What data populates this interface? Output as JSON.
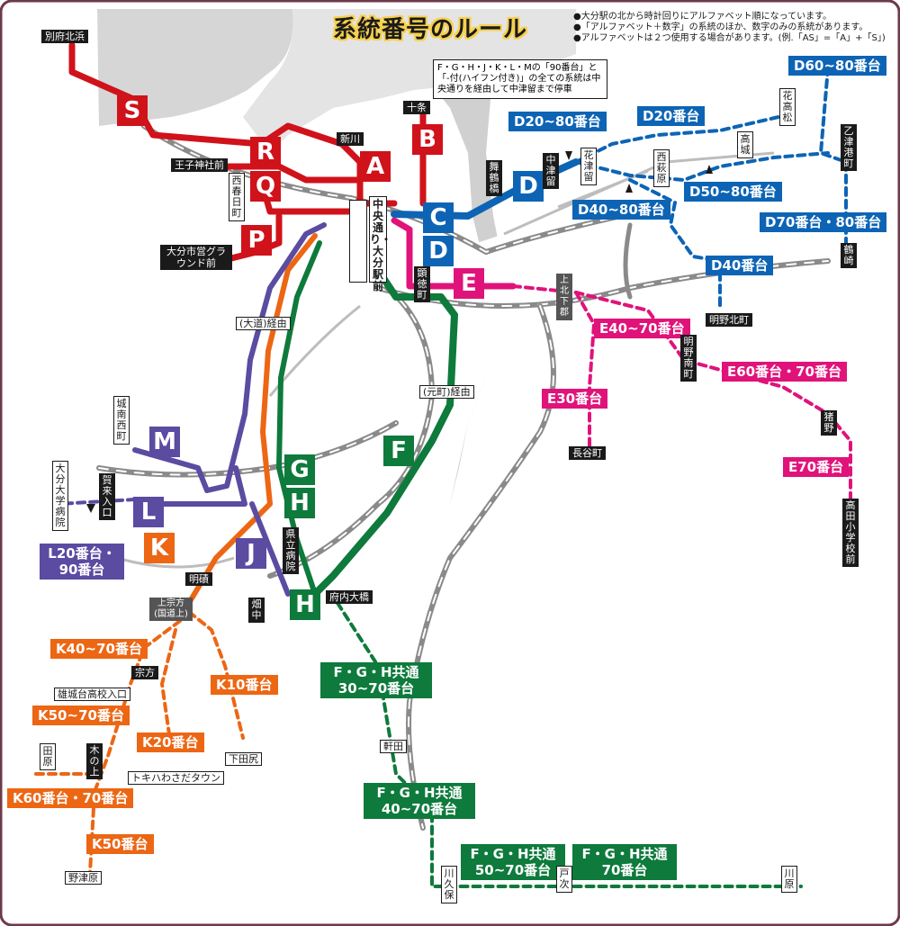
{
  "title": "系統番号のルール",
  "notes": [
    "●大分駅の北から時計回りにアルファベット順になっています。",
    "●「アルファベット＋数字」の系統のほか、数字のみの系統があります。",
    "●アルファベットは２つ使用する場合があります。(例.「AS」=「A」+「S」)"
  ],
  "callout": "F・G・H・J・K・L・Mの「90番台」と「-付(ハイフン付き)」の全ての系統は中央通りを経由して中津留まで停車",
  "center_station": "中央通り・大分駅前",
  "colors": {
    "red": "#d0121b",
    "blue": "#0d64b5",
    "magenta": "#e0137a",
    "green": "#0e7a3c",
    "orange": "#ec6614",
    "purple": "#5b4ba1",
    "frame": "#6e3a4a",
    "sea": "#d6d6d6",
    "title_highlight": "#f6d04d"
  },
  "route_letters": [
    "S",
    "R",
    "Q",
    "P",
    "A",
    "B",
    "C",
    "D",
    "E",
    "F",
    "G",
    "H",
    "J",
    "K",
    "L",
    "M"
  ],
  "route_labels": {
    "d20_80": "D20~80番台",
    "d20": "D20番台",
    "d60_80": "D60~80番台",
    "d50_80": "D50~80番台",
    "d40_80": "D40~80番台",
    "d70_80": "D70番台・80番台",
    "d40": "D40番台",
    "e40_70": "E40~70番台",
    "e60_70": "E60番台・70番台",
    "e30": "E30番台",
    "e70": "E70番台",
    "l20_90": "L20番台・90番台",
    "k40_70": "K40~70番台",
    "k10": "K10番台",
    "k50_70": "K50~70番台",
    "k20": "K20番台",
    "k60_70": "K60番台・70番台",
    "k50": "K50番台",
    "fgh_30_70": "F・G・H共通 30~70番台",
    "fgh_40_70": "F・G・H共通 40~70番台",
    "fgh_50_70": "F・G・H共通 50~70番台",
    "fgh_70": "F・G・H共通 70番台"
  },
  "stops": {
    "beppu_kitahama": "別府北浜",
    "juujou": "十条",
    "shinkawa": "新川",
    "oujijinja": "王子神社前",
    "nishikasuga": "西春日町",
    "shiei_ground": "大分市営グラウンド前",
    "maizuru": "舞鶴橋",
    "nakatsuru": "中津留",
    "hanatsudome": "花津留",
    "nishihagi": "西萩原",
    "takajou": "高城",
    "hanatakamatsu": "花高松",
    "ottsukou": "乙津港町",
    "tsurusaki": "鶴崎",
    "akenokita": "明野北町",
    "akenominami": "明野南町",
    "kenboku": "上北下郡",
    "kentoku": "顕徳町",
    "hasedani": "長谷町",
    "inokino": "猪野",
    "takada": "高田小学校前",
    "daidou": "(大道)経由",
    "motomachi": "(元町)経由",
    "jounan": "城南西町",
    "oita_univ": "大分大学病院",
    "kaku_iriguchi": "賀来入口",
    "kenritsu": "県立病院",
    "funaiohashi": "府内大橋",
    "hatanaka": "畑中",
    "myouban": "明磧",
    "kamimunakata": "上宗方(国道上)",
    "munakata": "宗方",
    "yuujou": "雄城台高校入口",
    "kinoue": "木の上",
    "tahara": "田原",
    "tokiwa": "トキハわさだタウン",
    "shimotabaru": "下田尻",
    "noduhara": "野津原",
    "nokita": "軒田",
    "kawakubo": "川久保",
    "toji": "戸次",
    "kawahara": "川原"
  }
}
